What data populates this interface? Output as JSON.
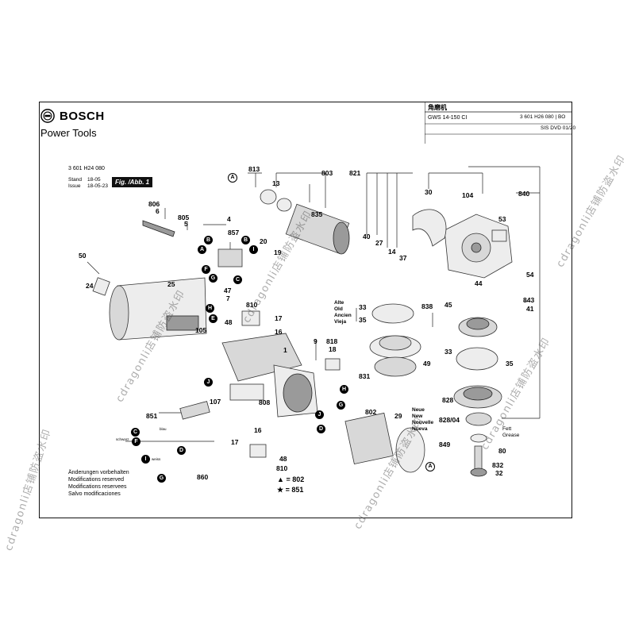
{
  "brand": {
    "name": "BOSCH",
    "subtitle": "Power Tools"
  },
  "header": {
    "product_cn": "角磨机",
    "model": "GWS 14-150 CI",
    "part_number": "3 601 H26 080 | BO",
    "source": "SIS DVD 01/20"
  },
  "doc": {
    "number": "3 601 H24 080",
    "stand_label": "Stand",
    "issue_label": "Issue",
    "stand_value": "18-05",
    "issue_value": "18-05-23",
    "figure": "Fig. /Abb. 1"
  },
  "notes": {
    "changes": [
      "Änderungen vorbehalten",
      "Modifications reserved",
      "Modifications reservees",
      "Salvo modificaciones"
    ],
    "old_labels": [
      "Alte",
      "Old",
      "Ancien",
      "Vieja"
    ],
    "new_labels": [
      "Neue",
      "New",
      "Nouvelle",
      "Nueva"
    ],
    "grease": [
      "Fett",
      "Grease"
    ],
    "legend": [
      {
        "symbol": "▲",
        "code": "= 802"
      },
      {
        "symbol": "★",
        "code": "= 851"
      }
    ],
    "wire_colors": [
      "schwarz",
      "blau",
      "weiss"
    ]
  },
  "part_numbers": [
    "813",
    "13",
    "803",
    "835",
    "821",
    "840",
    "30",
    "104",
    "53",
    "806",
    "6",
    "805",
    "5",
    "4",
    "857",
    "20",
    "19",
    "50",
    "24",
    "25",
    "47",
    "7",
    "810",
    "48",
    "17",
    "16",
    "105",
    "9",
    "818",
    "18",
    "1",
    "40",
    "27",
    "14",
    "37",
    "44",
    "54",
    "843",
    "41",
    "838",
    "45",
    "33",
    "35",
    "831",
    "49",
    "33",
    "35",
    "828",
    "828/04",
    "849",
    "32",
    "832",
    "80",
    "808",
    "107",
    "851",
    "802",
    "29",
    "17",
    "16",
    "48",
    "810",
    "860",
    "802",
    "851"
  ],
  "markers": [
    "A",
    "B",
    "C",
    "D",
    "E",
    "F",
    "G",
    "H",
    "I",
    "J"
  ],
  "watermark": "cdragonli店铺防盗水印",
  "colors": {
    "frame": "#111111",
    "fill": "#d8d8d8",
    "watermark": "#555555"
  }
}
